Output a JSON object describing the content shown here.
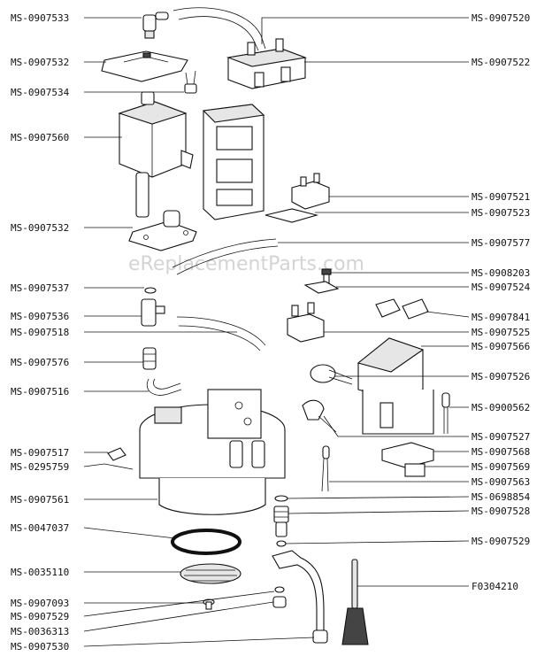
{
  "watermark": "eReplacementParts.com",
  "labels_left": [
    "MS-0907533",
    "MS-0907532",
    "MS-0907534",
    "MS-0907560",
    "MS-0907532",
    "MS-0907537",
    "MS-0907536",
    "MS-0907518",
    "MS-0907576",
    "MS-0907516",
    "MS-0907517",
    "MS-0295759",
    "MS-0907561",
    "MS-0047037",
    "MS-0035110",
    "MS-0907093",
    "MS-0907529",
    "MS-0036313",
    "MS-0907530"
  ],
  "labels_right": [
    "MS-0907520",
    "MS-0907522",
    "MS-0907521",
    "MS-0907523",
    "MS-0907577",
    "MS-0908203",
    "MS-0907524",
    "MS-0907841",
    "MS-0907525",
    "MS-0907566",
    "MS-0907526",
    "MS-0900562",
    "MS-0907527",
    "MS-0907568",
    "MS-0907569",
    "MS-0907563",
    "MS-0698854",
    "MS-0907528",
    "MS-0907529",
    "F0304210"
  ]
}
